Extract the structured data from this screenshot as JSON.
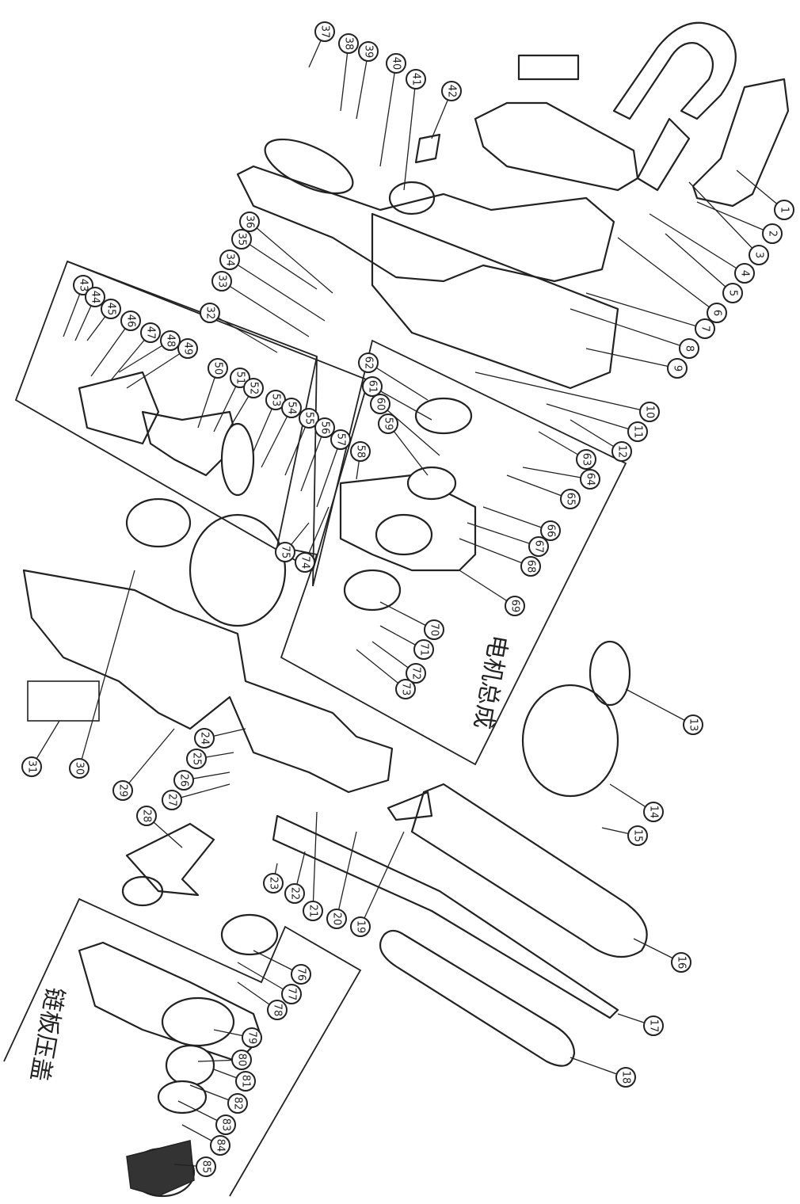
{
  "diagram": {
    "group_labels": {
      "motor_assembly": "电机总成",
      "chain_cover": "链板压盖"
    },
    "part_numbers": [
      "1",
      "2",
      "3",
      "4",
      "5",
      "6",
      "7",
      "8",
      "9",
      "10",
      "11",
      "12",
      "13",
      "14",
      "15",
      "16",
      "17",
      "18",
      "19",
      "20",
      "21",
      "22",
      "23",
      "24",
      "25",
      "26",
      "27",
      "28",
      "29",
      "30",
      "31",
      "32",
      "33",
      "34",
      "35",
      "36",
      "37",
      "38",
      "39",
      "40",
      "41",
      "42",
      "43",
      "44",
      "45",
      "46",
      "47",
      "48",
      "49",
      "50",
      "51",
      "52",
      "53",
      "54",
      "55",
      "56",
      "57",
      "58",
      "59",
      "60",
      "61",
      "62",
      "63",
      "64",
      "65",
      "66",
      "67",
      "68",
      "69",
      "70",
      "71",
      "72",
      "73",
      "74",
      "75",
      "76",
      "77",
      "78",
      "79",
      "80",
      "81",
      "82",
      "83",
      "84",
      "85"
    ]
  }
}
